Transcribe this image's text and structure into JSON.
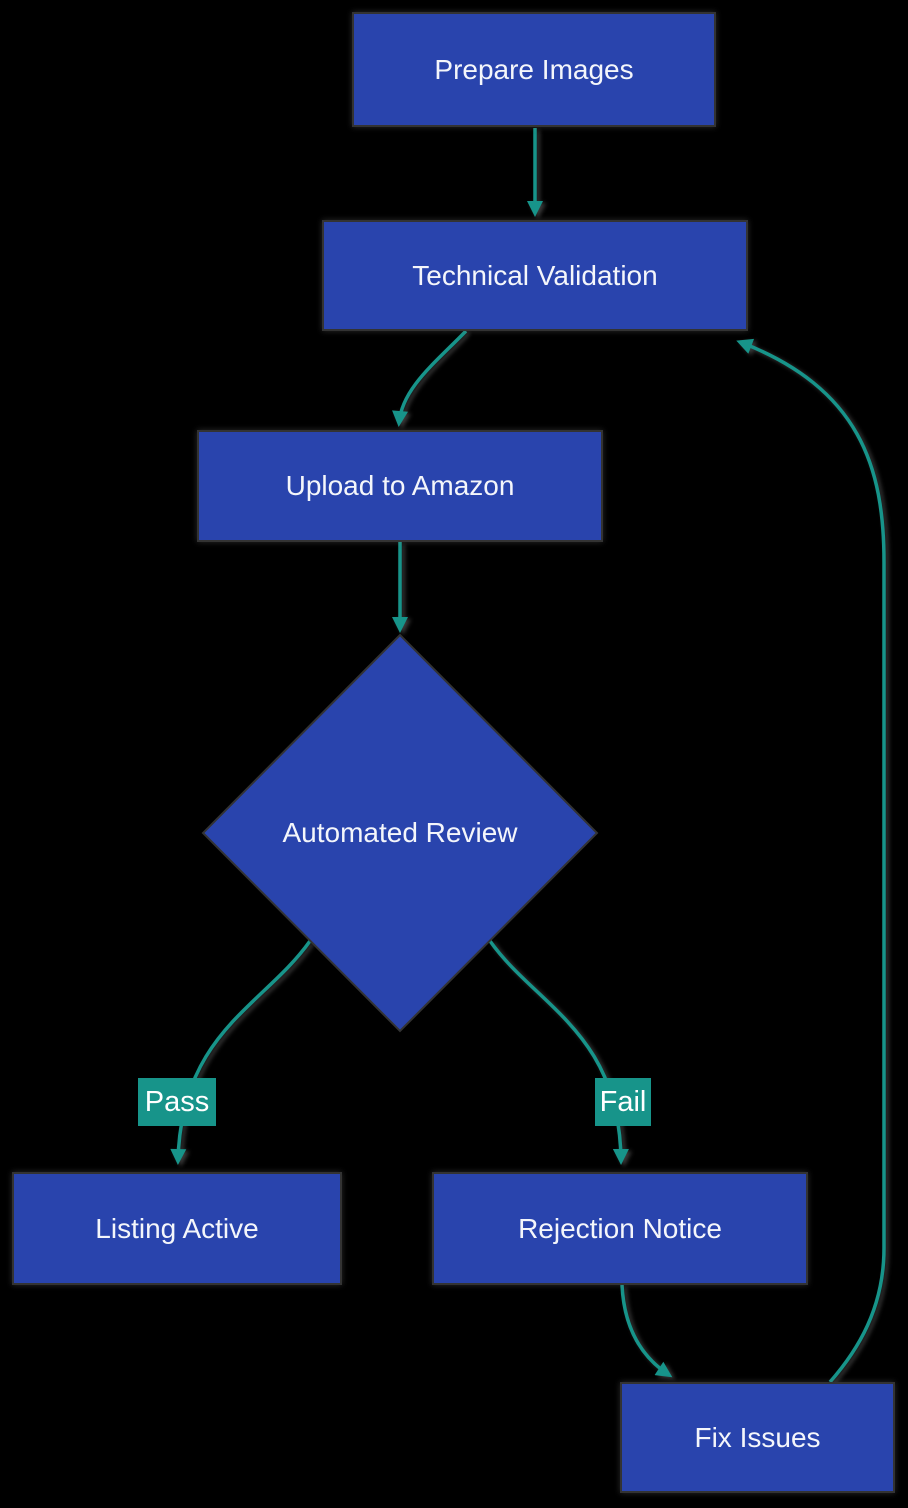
{
  "diagram": {
    "type": "flowchart",
    "direction": "top-down",
    "colors": {
      "background": "#000000",
      "node_fill": "#2944ad",
      "node_border": "#333333",
      "node_text": "#f4f6fb",
      "edge": "#17948a",
      "edge_label_bg": "#17948a",
      "edge_label_text": "#ffffff"
    },
    "nodes": [
      {
        "id": "prepare",
        "label": "Prepare Images",
        "shape": "rect"
      },
      {
        "id": "tech",
        "label": "Technical Validation",
        "shape": "rect"
      },
      {
        "id": "upload",
        "label": "Upload to Amazon",
        "shape": "rect"
      },
      {
        "id": "review",
        "label": "Automated Review",
        "shape": "diamond"
      },
      {
        "id": "listing",
        "label": "Listing Active",
        "shape": "rect"
      },
      {
        "id": "rejection",
        "label": "Rejection Notice",
        "shape": "rect"
      },
      {
        "id": "fix",
        "label": "Fix Issues",
        "shape": "rect"
      }
    ],
    "edges": [
      {
        "from": "prepare",
        "to": "tech",
        "label": ""
      },
      {
        "from": "tech",
        "to": "upload",
        "label": ""
      },
      {
        "from": "upload",
        "to": "review",
        "label": ""
      },
      {
        "from": "review",
        "to": "listing",
        "label": "Pass"
      },
      {
        "from": "review",
        "to": "rejection",
        "label": "Fail"
      },
      {
        "from": "rejection",
        "to": "fix",
        "label": ""
      },
      {
        "from": "fix",
        "to": "tech",
        "label": ""
      }
    ]
  }
}
